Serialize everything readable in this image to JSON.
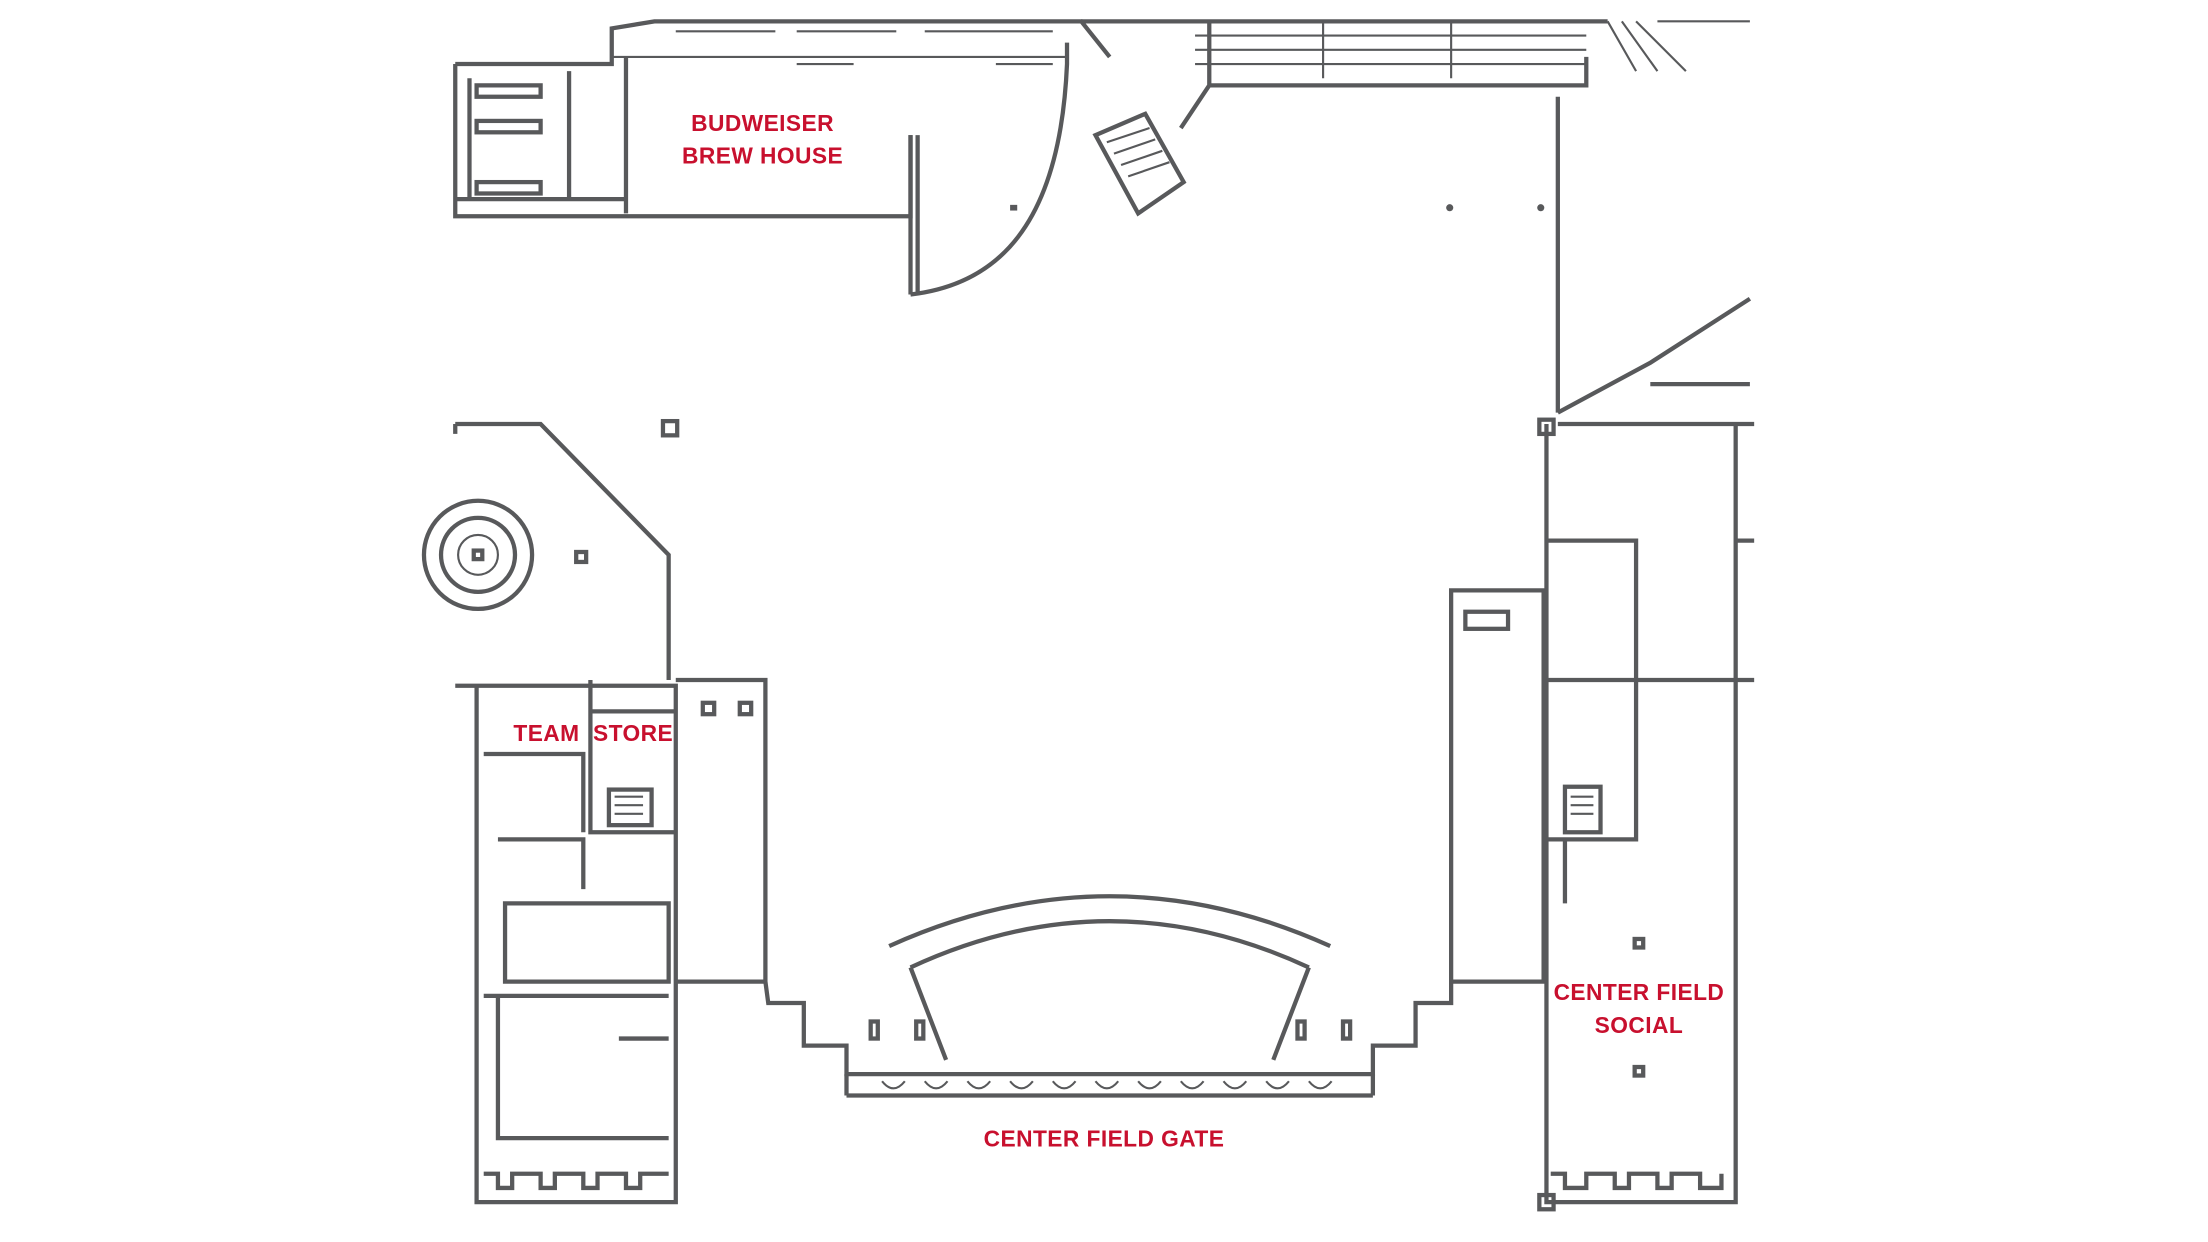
{
  "map": {
    "labels": {
      "brew_house_line1": "BUDWEISER",
      "brew_house_line2": "BREW HOUSE",
      "team_store": "TEAM  STORE",
      "center_field_gate": "CENTER FIELD GATE",
      "social_line1": "CENTER FIELD",
      "social_line2": "SOCIAL"
    },
    "colors": {
      "label": "#c8102e",
      "walls": "#58595b"
    }
  }
}
